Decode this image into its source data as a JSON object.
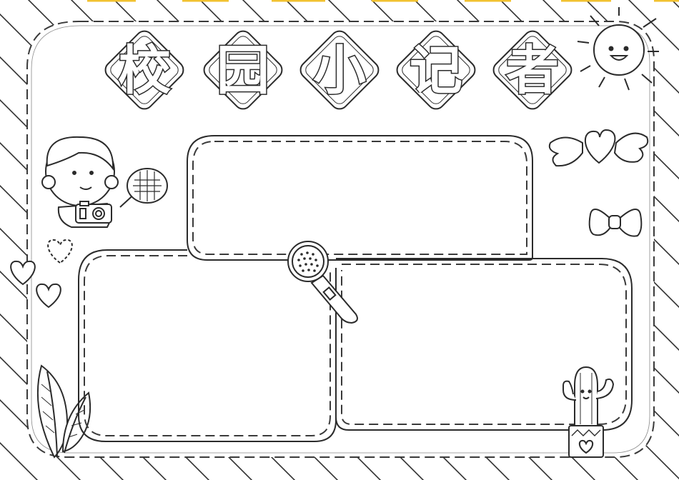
{
  "title": {
    "chars": [
      "校",
      "园",
      "小",
      "记",
      "者"
    ]
  },
  "colors": {
    "line": "#2b2b2b",
    "dash": "#3a3a3a",
    "stripe": "#2f2f2f",
    "accent": "#f2c230",
    "paper": "#ffffff"
  },
  "decorations": [
    "sun-icon",
    "winged-heart-icon",
    "bow-icon",
    "reporter-boy-icon",
    "camera-icon",
    "microphone-icon",
    "heart-icon",
    "leaf-icon",
    "cactus-icon"
  ]
}
